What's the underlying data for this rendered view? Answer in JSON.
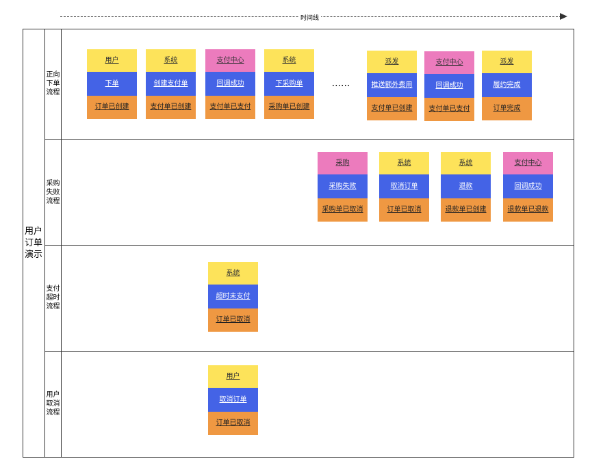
{
  "timeline": {
    "label": "时间线"
  },
  "pool": {
    "title": "用户订单演示"
  },
  "lanes": [
    {
      "title": "正向下单流程"
    },
    {
      "title": "采购失败流程"
    },
    {
      "title": "支付超时流程"
    },
    {
      "title": "用户取消流程"
    }
  ],
  "ellipsis": "......",
  "colors": {
    "role_yellow": "#fde35a",
    "role_pink": "#ec7bbd",
    "action_blue": "#4463e6",
    "status_orange": "#ef9842"
  },
  "cards": [
    {
      "lane": 0,
      "role": "用户",
      "role_color": "yellow",
      "action": "下单",
      "status": "订单已创建"
    },
    {
      "lane": 0,
      "role": "系统",
      "role_color": "yellow",
      "action": "创建支付单",
      "status": "支付单已创建"
    },
    {
      "lane": 0,
      "role": "支付中心",
      "role_color": "pink",
      "action": "回调成功",
      "status": "支付单已支付"
    },
    {
      "lane": 0,
      "role": "系统",
      "role_color": "yellow",
      "action": "下采购单",
      "status": "采购单已创建"
    },
    {
      "lane": 0,
      "role": "派发",
      "role_color": "yellow",
      "action": "推送额外费用",
      "status": "支付单已创建"
    },
    {
      "lane": 0,
      "role": "支付中心",
      "role_color": "pink",
      "action": "回调成功",
      "status": "支付单已支付"
    },
    {
      "lane": 0,
      "role": "派发",
      "role_color": "yellow",
      "action": "履约完成",
      "status": "订单完成"
    },
    {
      "lane": 1,
      "role": "采购",
      "role_color": "pink",
      "action": "采购失败",
      "status": "采购单已取消"
    },
    {
      "lane": 1,
      "role": "系统",
      "role_color": "yellow",
      "action": "取消订单",
      "status": "订单已取消"
    },
    {
      "lane": 1,
      "role": "系统",
      "role_color": "yellow",
      "action": "退款",
      "status": "退款单已创建"
    },
    {
      "lane": 1,
      "role": "支付中心",
      "role_color": "pink",
      "action": "回调成功",
      "status": "退款单已退款"
    },
    {
      "lane": 2,
      "role": "系统",
      "role_color": "yellow",
      "action": "超时未支付",
      "status": "订单已取消"
    },
    {
      "lane": 3,
      "role": "用户",
      "role_color": "yellow",
      "action": "取消订单",
      "status": "订单已取消"
    }
  ]
}
